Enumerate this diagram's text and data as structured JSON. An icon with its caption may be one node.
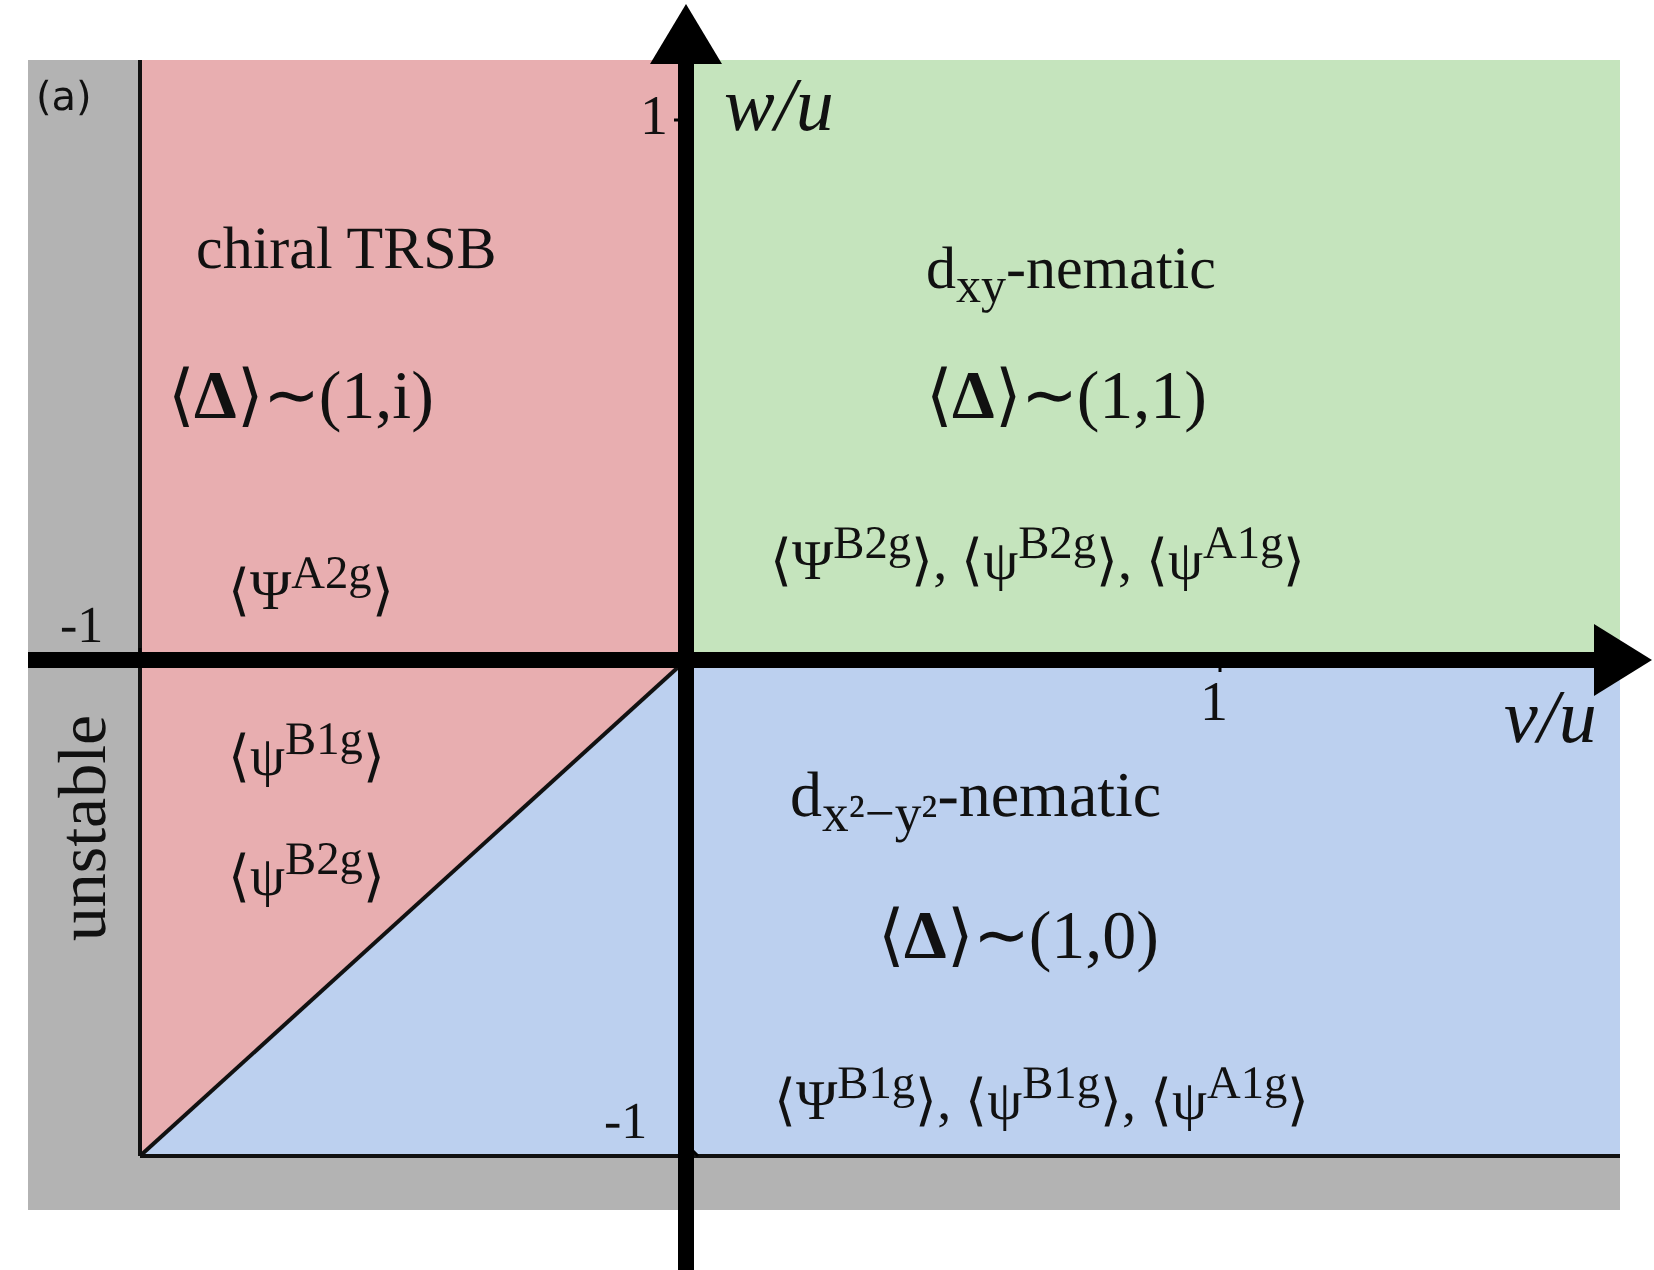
{
  "diagram": {
    "nodes": [
      {
        "text": [
          "chiral TRSB",
          "⟨**Δ**⟩∼(1,i)",
          "⟨Ψ$^{A2g}$⟩"
        ]
      },
      {
        "text": [
          "d$_{xy}$-nematic",
          "⟨**Δ**⟩∼(1,1)",
          "⟨Ψ$^{B2g}$⟩, ⟨ψ$^{B2g}$⟩, ⟨ψ$^{A1g}$⟩"
        ]
      },
      {
        "text": [
          "unstable"
        ]
      },
      {
        "text": [
          "⟨ψ$^{B1g}$⟩",
          "⟨ψ$^{B2g}$⟩"
        ]
      },
      {
        "text": [
          "d$_{x²−y²}$-nematic",
          "⟨**Δ**⟩∼(1,0)",
          "⟨Ψ$^{B1g}$⟩, ⟨ψ$^{B1g}$⟩, ⟨ψ$^{A1g}$⟩"
        ]
      },
      {
        "text": [],
        "shape": "bar"
      }
    ],
    "labels": [
      "(a)",
      "1",
      "w/u",
      "-1",
      "1",
      "v/u",
      "-1"
    ]
  }
}
